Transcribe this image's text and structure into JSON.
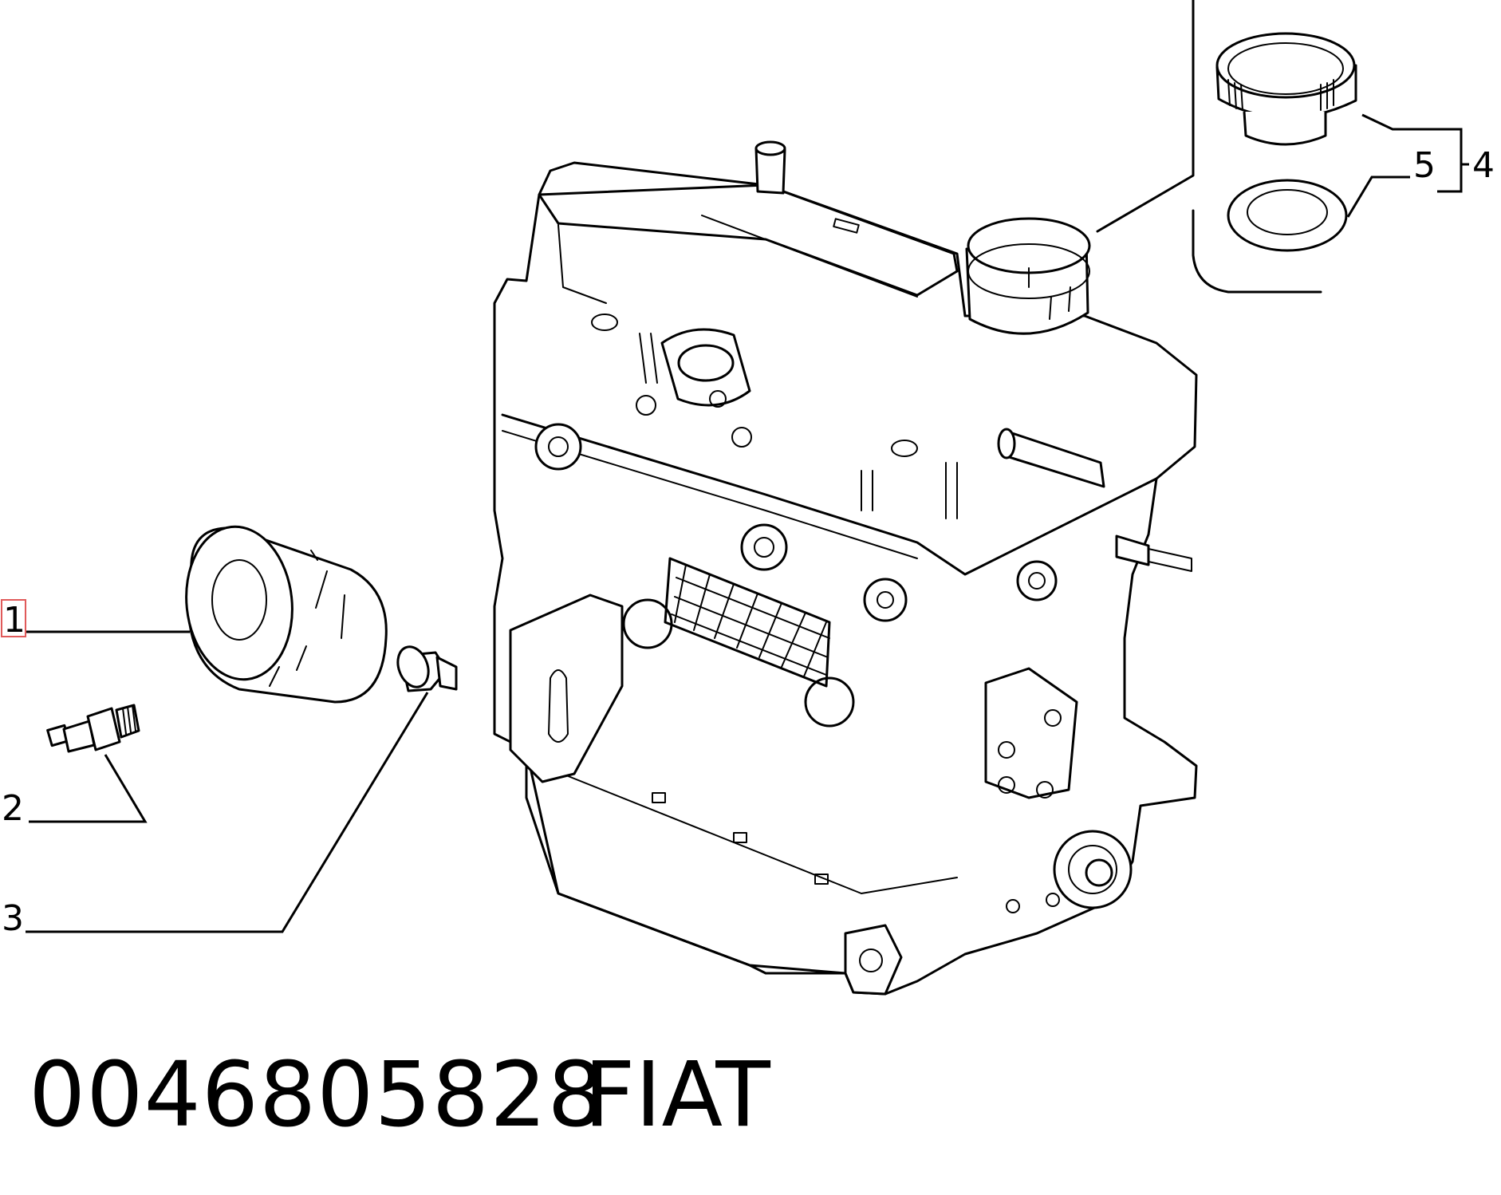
{
  "callouts": [
    {
      "id": "1",
      "label": "1",
      "highlighted": true
    },
    {
      "id": "2",
      "label": "2"
    },
    {
      "id": "3",
      "label": "3"
    },
    {
      "id": "4",
      "label": "4"
    },
    {
      "id": "5",
      "label": "5"
    }
  ],
  "footer": {
    "part_number": "0046805828",
    "brand": "FIAT"
  },
  "colors": {
    "line": "#000000",
    "background": "#ffffff",
    "highlight": "#e05a5a"
  }
}
